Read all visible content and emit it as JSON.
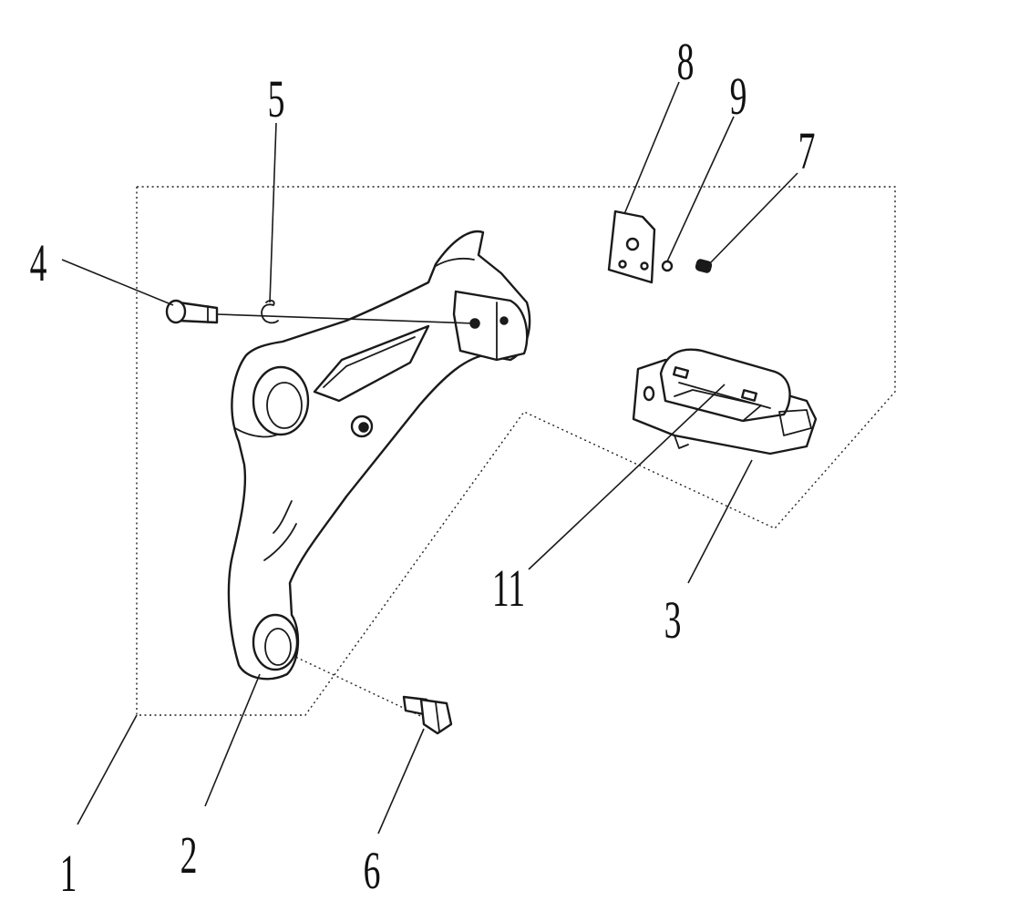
{
  "diagram": {
    "callouts": [
      {
        "key": "c1",
        "label": "1"
      },
      {
        "key": "c2",
        "label": "2"
      },
      {
        "key": "c3",
        "label": "3"
      },
      {
        "key": "c4",
        "label": "4"
      },
      {
        "key": "c5",
        "label": "5"
      },
      {
        "key": "c6",
        "label": "6"
      },
      {
        "key": "c7",
        "label": "7"
      },
      {
        "key": "c8",
        "label": "8"
      },
      {
        "key": "c9",
        "label": "9"
      },
      {
        "key": "c11",
        "label": "11"
      }
    ]
  }
}
